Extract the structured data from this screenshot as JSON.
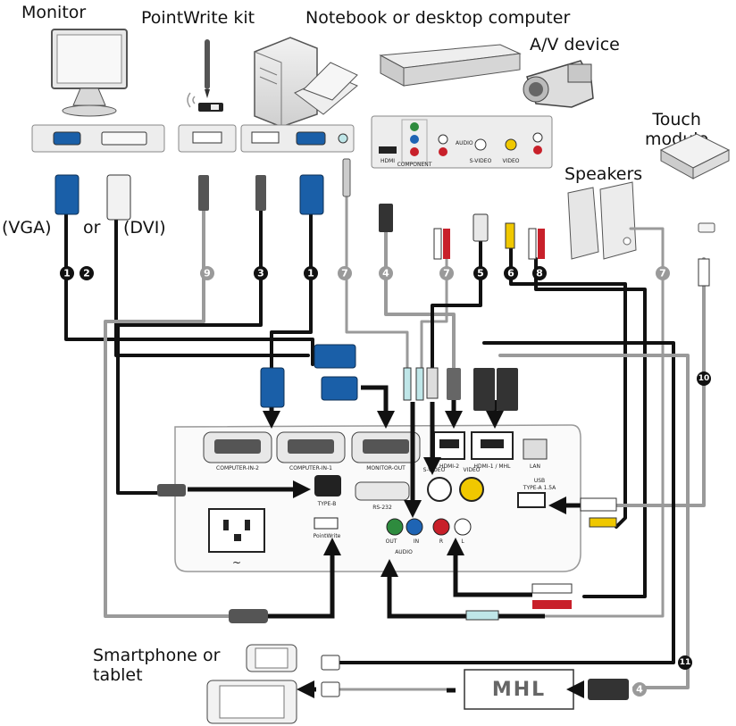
{
  "labels": {
    "monitor": "Monitor",
    "pointwrite_kit": "PointWrite kit",
    "computer": "Notebook or desktop  computer",
    "av_device": "A/V device",
    "touch_module": "Touch\nmodule",
    "speakers": "Speakers",
    "vga": "(VGA)",
    "or": "or",
    "dvi": "(DVI)",
    "smartphone": "Smartphone or\ntablet"
  },
  "cable_numbers": [
    "1",
    "2",
    "9",
    "3",
    "1",
    "7",
    "4",
    "7",
    "5",
    "6",
    "8",
    "7",
    "10",
    "11",
    "4"
  ],
  "projector_ports": {
    "computer_in_2": "COMPUTER-IN-2",
    "computer_in_1": "COMPUTER-IN-1",
    "monitor_out": "MONITOR-OUT",
    "hdmi_2": "HDMI-2",
    "hdmi_1_mhl": "HDMI-1 / MHL",
    "lan": "LAN",
    "type_b": "TYPE-B",
    "rs232": "RS-232",
    "s_video": "S-VIDEO",
    "video": "VIDEO",
    "usb": "USB",
    "usb_spec": "TYPE-A 1.5A",
    "pointwrite": "PointWrite",
    "audio_out": "OUT",
    "audio_in": "IN",
    "audio": "AUDIO",
    "r": "R",
    "l": "L",
    "ac": "~"
  },
  "device_ports": {
    "hdmi": "HDMI",
    "component": "COMPONENT",
    "audio": "AUDIO",
    "video": "VIDEO",
    "s_video": "S-VIDEO"
  },
  "mhl_logo": "MHL",
  "colors": {
    "cable_black": "#111111",
    "cable_grey": "#9a9a9a",
    "vga_blue": "#1a5fa8",
    "badge_black": "#111111",
    "badge_grey": "#9a9a9a",
    "rca_red": "#c8202a",
    "rca_yellow": "#f0c800",
    "rca_white": "#ffffff",
    "component_green": "#2e8b3e",
    "component_blue": "#1e64b4"
  }
}
